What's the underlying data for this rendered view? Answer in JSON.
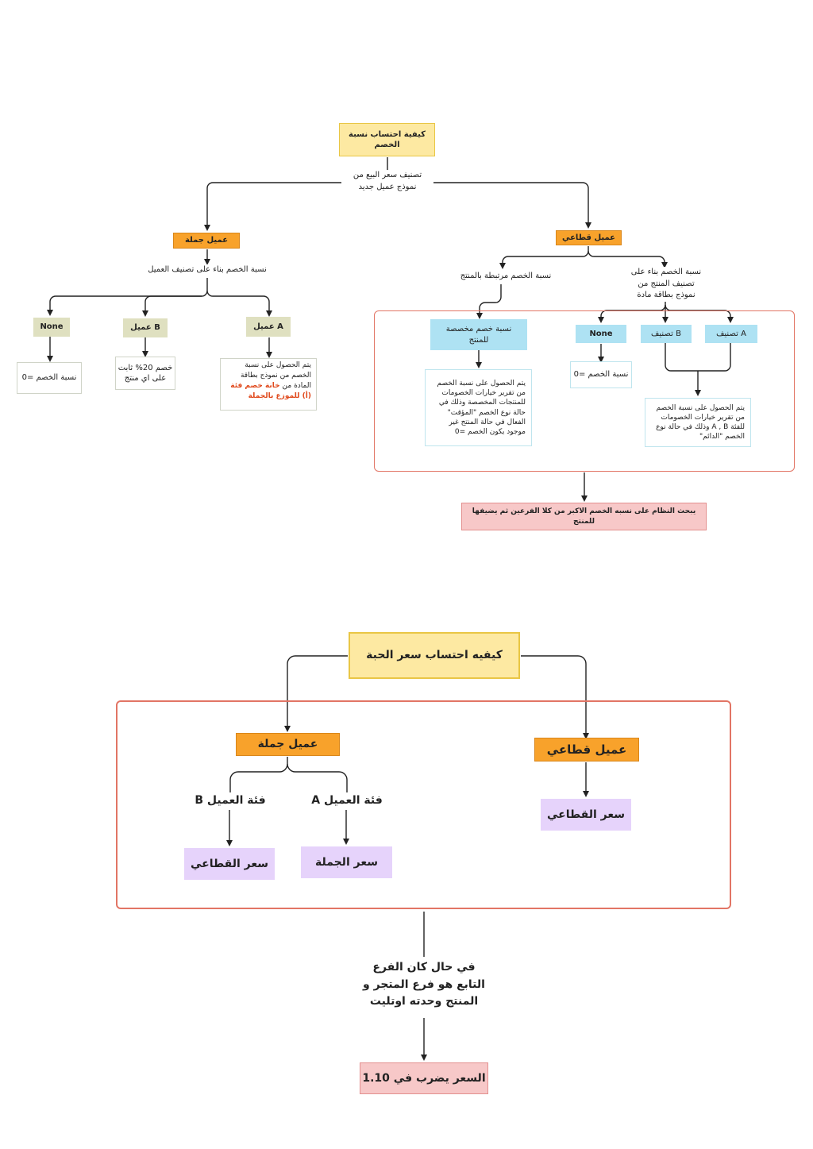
{
  "diagram1": {
    "title": "كيفية احتساب نسبة الخصم",
    "split_label": "تصنيف سعر البيع من نموذج عميل جديد",
    "wholesale": {
      "label": "عميل جملة",
      "sub_label": "نسبة الخصم بناء على تصنيف العميل",
      "client_a": "A عميل",
      "client_b": "B عميل",
      "client_none": "None",
      "note_a_black": "يتم الحصول على نسبة الخصم من نموذج بطاقة المادة من",
      "note_a_red": "خانة خصم فئة (أ) للموزع بالجملة",
      "note_b": "خصم 20% ثابت على اي منتج",
      "note_none": "نسبة الخصم =0"
    },
    "retail": {
      "label": "عميل قطاعي",
      "product_linked": "نسبة الخصم مرتبطة بالمنتج",
      "by_class": "نسبة الخصم بناء على تصنيف المنتج من نموذج بطاقة مادة",
      "custom_discount": "نسبة خصم مخصصة للمنتج",
      "custom_note": "يتم الحصول على نسبة الخصم من تقرير خيارات الخصومات للمنتجات المخصصة وذلك في حالة نوع الخصم \"المؤقت\" الفعال في حالة المنتج غير موجود يكون الخصم =0",
      "class_a": "A تصنيف",
      "class_b": "B تصنيف",
      "class_none": "None",
      "none_note": "نسبة الخصم =0",
      "ab_note": "يتم الحصول على نسبة الخصم من تقرير خيارات الخصومات للفئة A , B وذلك في حالة نوع الخصم \"الدائم\""
    },
    "result": "يبحث النظام على نسبه الخصم الاكبر من كلا الفرعين ثم يضيفها للمنتج"
  },
  "diagram2": {
    "title": "كيفيه احتساب سعر الحبة",
    "wholesale": "عميل جملة",
    "retail": "عميل قطاعي",
    "class_a": "فئة العميل A",
    "class_b": "فئة العميل B",
    "price_wholesale": "سعر الجملة",
    "price_retail_b": "سعر القطاعي",
    "price_retail": "سعر القطاعي",
    "condition": "في حال كان الفرع التابع هو فرع المتجر و المنتج وحدته اوتليت",
    "result": "السعر يضرب في 1.10"
  }
}
